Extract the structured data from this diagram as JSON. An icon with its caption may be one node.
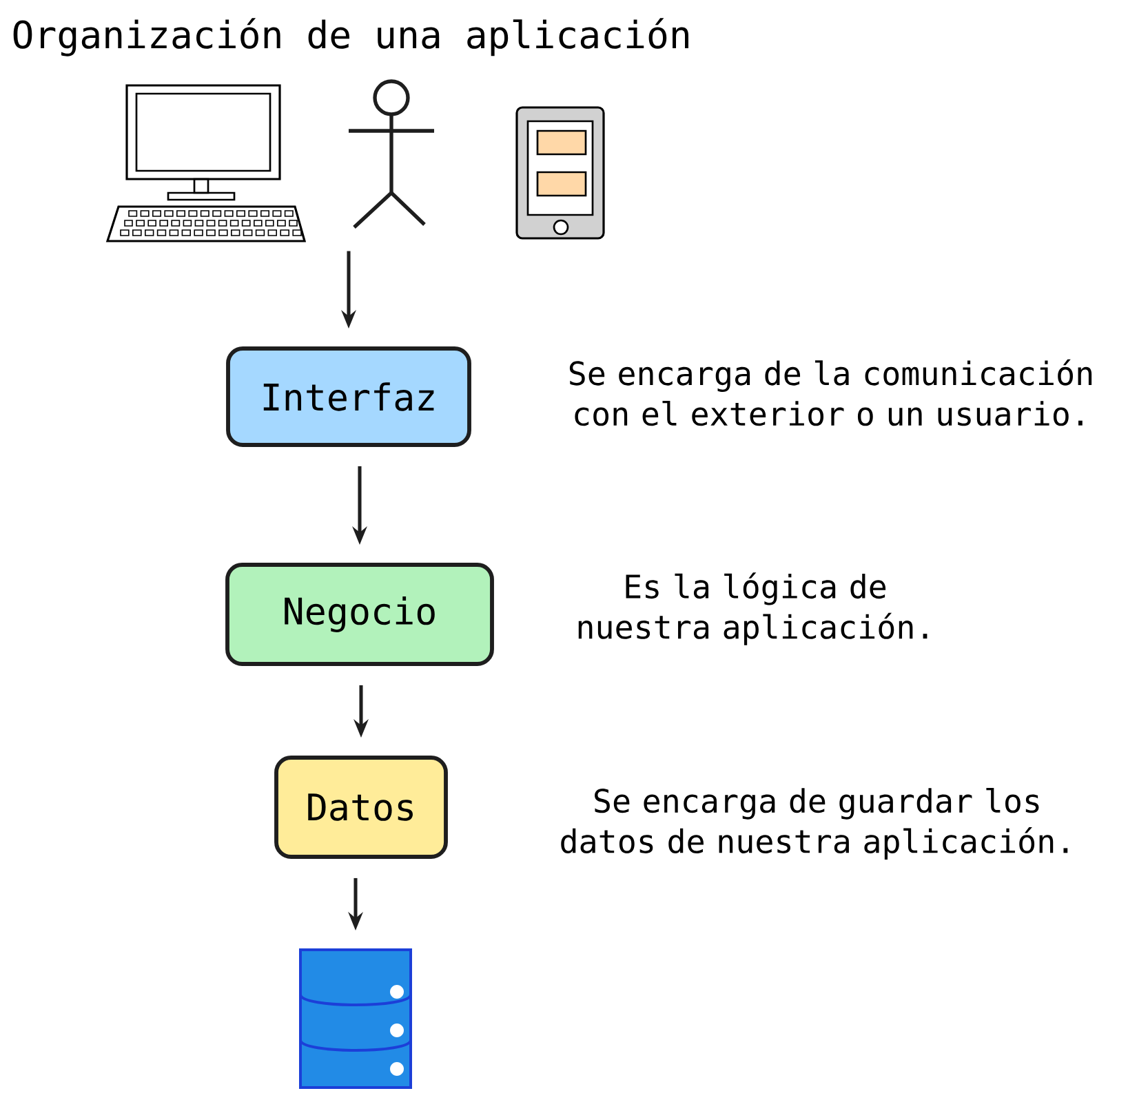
{
  "diagram": {
    "title": "Organización de una aplicación",
    "nodes": [
      {
        "text": [],
        "shape": "person"
      },
      {
        "text": [
          "Interfaz"
        ],
        "beside": [
          "Se encarga de la comunicación con el exterior o un usuario."
        ]
      },
      {
        "text": [
          "Negocio"
        ],
        "beside": [
          "Es la lógica de nuestra aplicación."
        ]
      },
      {
        "text": [
          "Datos"
        ],
        "beside": [
          "Se encarga de guardar los datos de nuestra aplicación."
        ]
      },
      {
        "text": [],
        "shape": "cylinder"
      }
    ],
    "edges": [
      {
        "from": 0,
        "to": 1,
        "arrow": "to"
      },
      {
        "from": 1,
        "to": 2,
        "arrow": "to"
      },
      {
        "from": 2,
        "to": 3,
        "arrow": "to"
      },
      {
        "from": 3,
        "to": 4,
        "arrow": "to"
      }
    ]
  }
}
